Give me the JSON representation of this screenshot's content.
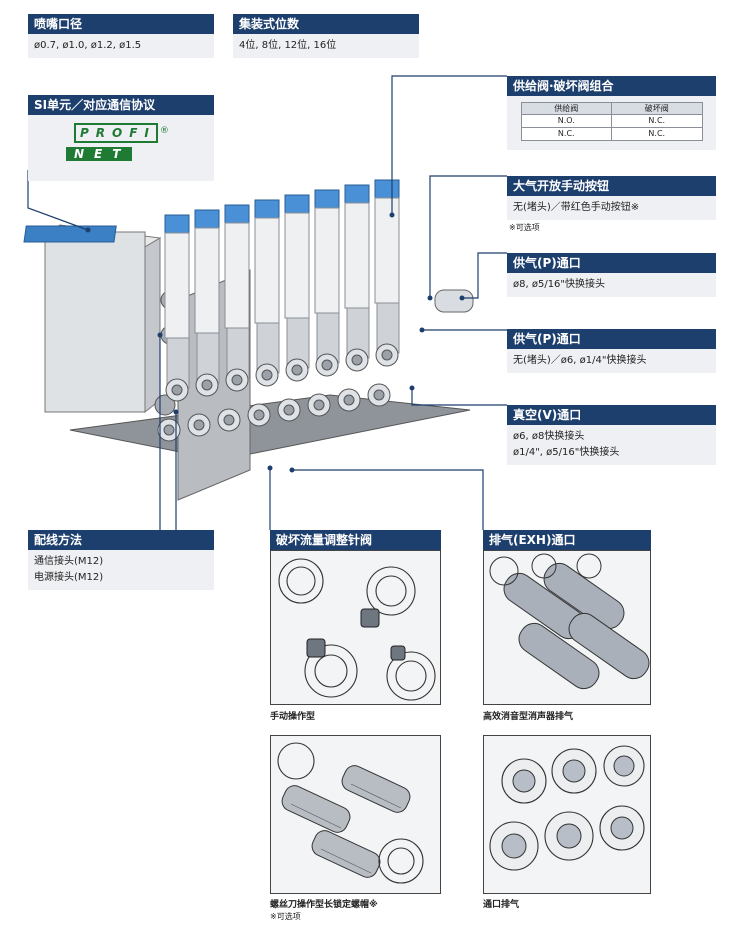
{
  "nozzle": {
    "title": "喷嘴口径",
    "value": "ø0.7, ø1.0, ø1.2, ø1.5"
  },
  "stations": {
    "title": "集装式位数",
    "value": "4位, 8位, 12位, 16位"
  },
  "si_unit": {
    "title": "SI单元／对应通信协议",
    "logo_line1": "PROFI",
    "logo_line2": "NET",
    "logo_mark": "®"
  },
  "valve_combo": {
    "title": "供给阀·破坏阀组合",
    "headers": [
      "供给阀",
      "破坏阀"
    ],
    "rows": [
      [
        "N.O.",
        "N.C."
      ],
      [
        "N.C.",
        "N.C."
      ]
    ]
  },
  "manual_button": {
    "title": "大气开放手动按钮",
    "value": "无(堵头)／带红色手动按钮※",
    "note": "※可选项"
  },
  "supply_p1": {
    "title": "供气(P)通口",
    "value": "ø8, ø5/16\"快换接头"
  },
  "supply_p2": {
    "title": "供气(P)通口",
    "value": "无(堵头)／ø6, ø1/4\"快换接头"
  },
  "vacuum": {
    "title": "真空(V)通口",
    "line1": "ø6, ø8快换接头",
    "line2": "ø1/4\", ø5/16\"快换接头"
  },
  "wiring": {
    "title": "配线方法",
    "line1": "通信接头(M12)",
    "line2": "电源接头(M12)"
  },
  "needle": {
    "title": "破坏流量调整针阀",
    "cap1": "手动操作型",
    "cap2": "螺丝刀操作型长锁定螺帽※",
    "note": "※可选项"
  },
  "exhaust": {
    "title": "排气(EXH)通口",
    "cap1": "高效消音型消声器排气",
    "cap2": "通口排气"
  },
  "colors": {
    "header": "#1d3f6e",
    "body": "#eef0f3",
    "logo_green": "#1f7a34",
    "leader": "#1d3f6e"
  }
}
